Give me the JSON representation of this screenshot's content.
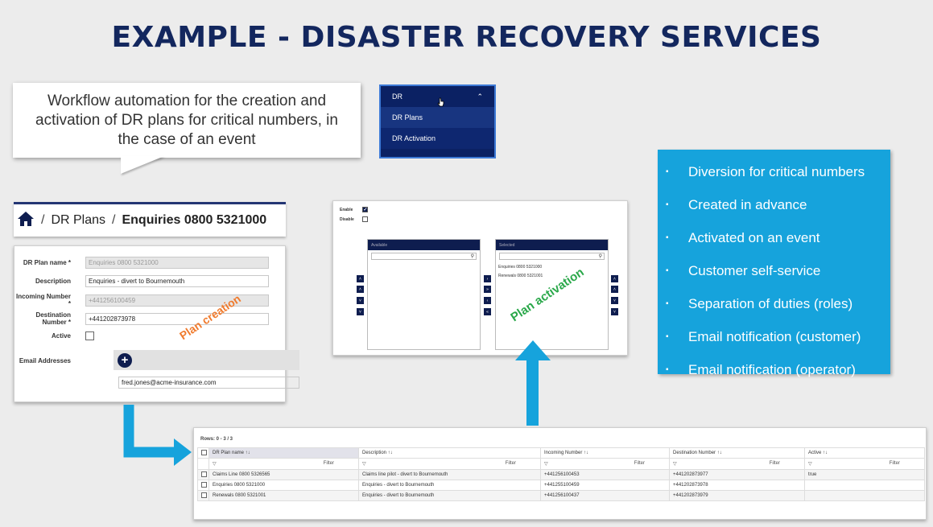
{
  "title": "EXAMPLE - DISASTER RECOVERY SERVICES",
  "bubble_text": "Workflow automation for the creation and activation of DR plans for critical numbers, in the case of an event",
  "dr_menu": {
    "header": "DR",
    "items": [
      "DR Plans",
      "DR Activation"
    ]
  },
  "bullets": [
    "Diversion for critical numbers",
    "Created in advance",
    "Activated on an event",
    "Customer self-service",
    "Separation of duties (roles)",
    "Email notification (customer)",
    "Email notification (operator)"
  ],
  "breadcrumb": {
    "separator": "/",
    "level1": "DR Plans",
    "level2": "Enquiries 0800 5321000"
  },
  "form": {
    "plan_name_label": "DR Plan name *",
    "plan_name_value": "Enquiries 0800 5321000",
    "description_label": "Description",
    "description_value": "Enquiries - divert to Bournemouth",
    "incoming_label": "Incoming Number *",
    "incoming_value": "+441256100459",
    "destination_label": "Destination Number *",
    "destination_value": "+441202873978",
    "active_label": "Active",
    "email_label": "Email Addresses",
    "email_value": "fred.jones@acme-insurance.com",
    "plus": "+"
  },
  "watermarks": {
    "creation": "Plan creation",
    "activation": "Plan activation",
    "creation_color": "#f07b2e",
    "activation_color": "#2aa84a"
  },
  "activation": {
    "enable_label": "Enable",
    "disable_label": "Disable",
    "available_header": "Available",
    "selected_header": "Selected",
    "selected_items": [
      "Enquiries 0800 5321000",
      "Renewals 0800 5321001"
    ]
  },
  "table": {
    "rows_label": "Rows: 0 - 3 / 3",
    "headers": [
      "DR Plan name ↑↓",
      "Description ↑↓",
      "Incoming Number ↑↓",
      "Destination Number ↑↓",
      "Active ↑↓"
    ],
    "filter_label": "Filter",
    "rows": [
      [
        "Claims Line 0800 5326565",
        "Claims line pilot - divert to Bournemouth",
        "+441256100453",
        "+441202873977",
        "true"
      ],
      [
        "Enquiries 0800 5321000",
        "Enquiries - divert to Bournemouth",
        "+441255100459",
        "+441202873978",
        ""
      ],
      [
        "Renewals 0800 5321001",
        "Enquiries - divert to Bournemouth",
        "+441256100437",
        "+441202873979",
        ""
      ]
    ]
  },
  "colors": {
    "title": "#13275e",
    "accent_blue": "#16a3dc",
    "navy": "#0e1d4f"
  }
}
